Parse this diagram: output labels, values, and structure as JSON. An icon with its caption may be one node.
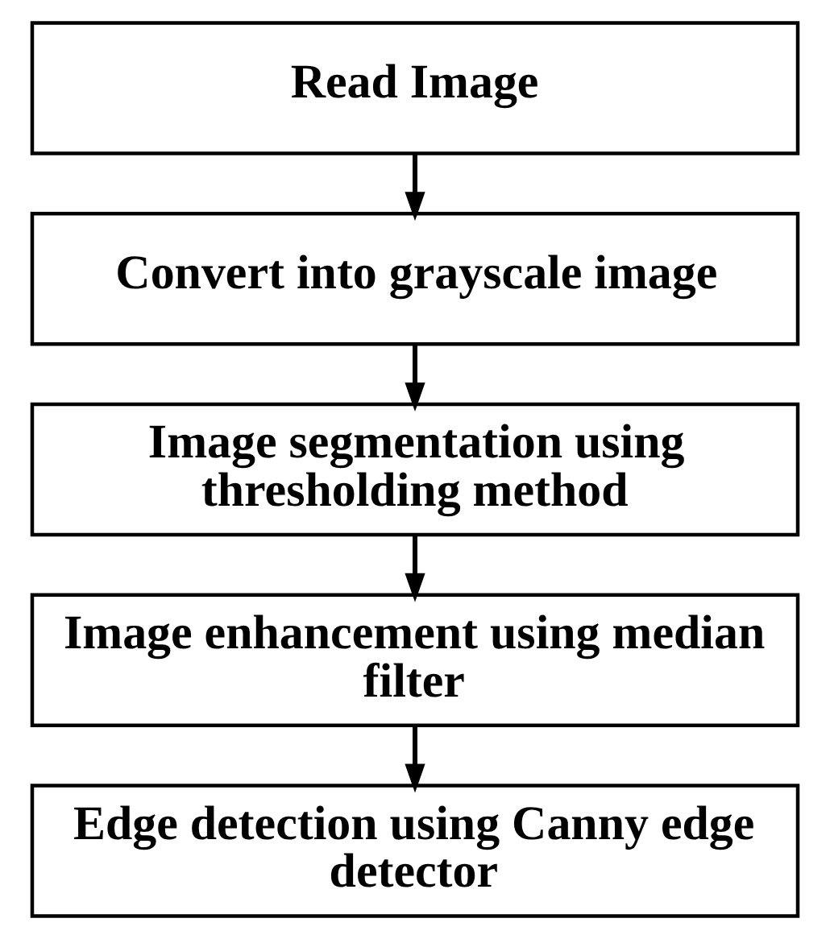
{
  "diagram": {
    "nodes": [
      {
        "text": [
          "Read Image"
        ]
      },
      {
        "text": [
          "Convert into grayscale image"
        ]
      },
      {
        "text": [
          "Image segmentation using thresholding method"
        ]
      },
      {
        "text": [
          "Image enhancement using median filter"
        ]
      },
      {
        "text": [
          "Edge detection using Canny edge detector"
        ]
      }
    ],
    "edges": [
      {
        "from": 0,
        "to": 1,
        "arrow": "to"
      },
      {
        "from": 1,
        "to": 2,
        "arrow": "to"
      },
      {
        "from": 2,
        "to": 3,
        "arrow": "to"
      },
      {
        "from": 3,
        "to": 4,
        "arrow": "to"
      }
    ]
  }
}
